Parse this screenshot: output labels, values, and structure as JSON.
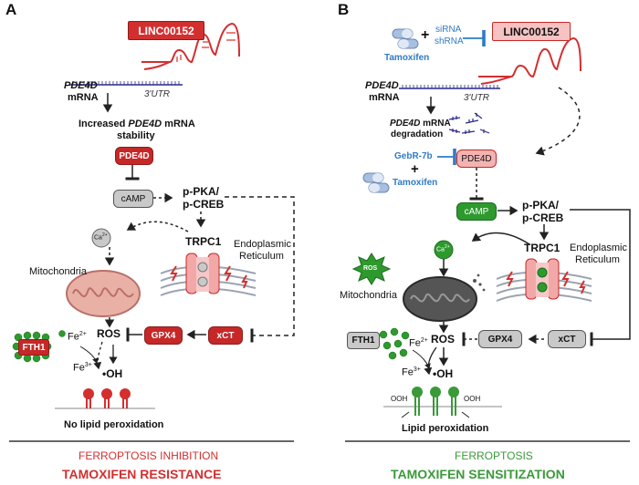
{
  "panel_a": {
    "letter": "A",
    "linc": "LINC00152",
    "pde4d_mrna_1": "PDE4D",
    "pde4d_mrna_2": "mRNA",
    "utr": "3'UTR",
    "increased_1a": "Increased ",
    "increased_1b": "PDE4D",
    "increased_1c": " mRNA",
    "increased_2": "stability",
    "pde4d_box": "PDE4D",
    "camp": "cAMP",
    "ppka": "p-PKA/",
    "pcreb": "p-CREB",
    "ca": "Ca",
    "ca_sup": "2+",
    "trpc1": "TRPC1",
    "er_1": "Endoplasmic",
    "er_2": "Reticulum",
    "mito": "Mitochondria",
    "fth1": "FTH1",
    "fe2": "Fe",
    "fe2_sup": "2+",
    "fe3": "Fe",
    "fe3_sup": "3+",
    "ros": "ROS",
    "gpx4": "GPX4",
    "xct": "xCT",
    "oh": "OH",
    "no_lipid": "No lipid peroxidation",
    "ferro_inhibit": "FERROPTOSIS INHIBITION",
    "tamox_resist": "TAMOXIFEN RESISTANCE"
  },
  "panel_b": {
    "letter": "B",
    "sirna": "siRNA",
    "shrna": "shRNA",
    "plus": "+",
    "tamoxifen_top": "Tamoxifen",
    "linc": "LINC00152",
    "pde4d_mrna_1": "PDE4D",
    "pde4d_mrna_2": "mRNA",
    "utr": "3'UTR",
    "degr_1a": "PDE4D",
    "degr_1b": " mRNA",
    "degr_2": "degradation",
    "gebr": "GebR-7b",
    "plus2": "+",
    "tamoxifen_mid": "Tamoxifen",
    "pde4d_box": "PDE4D",
    "camp": "cAMP",
    "ppka": "p-PKA/",
    "pcreb": "p-CREB",
    "ca": "Ca",
    "ca_sup": "2+",
    "ros_star": "ROS",
    "trpc1": "TRPC1",
    "er_1": "Endoplasmic",
    "er_2": "Reticulum",
    "mito": "Mitochondria",
    "fth1": "FTH1",
    "fe2": "Fe",
    "fe2_sup": "2+",
    "fe3": "Fe",
    "fe3_sup": "3+",
    "ros": "ROS",
    "gpx4": "GPX4",
    "xct": "xCT",
    "oh": "OH",
    "ooh": "OOH",
    "lipid": "Lipid peroxidation",
    "ferro": "FERROPTOSIS",
    "tamox_sens": "TAMOXIFEN SENSITIZATION"
  },
  "colors": {
    "red": "#c62828",
    "green": "#2e9a2e",
    "blue": "#2e7bc6",
    "gray": "#c9c9c9",
    "pink": "#f3b3b3"
  }
}
